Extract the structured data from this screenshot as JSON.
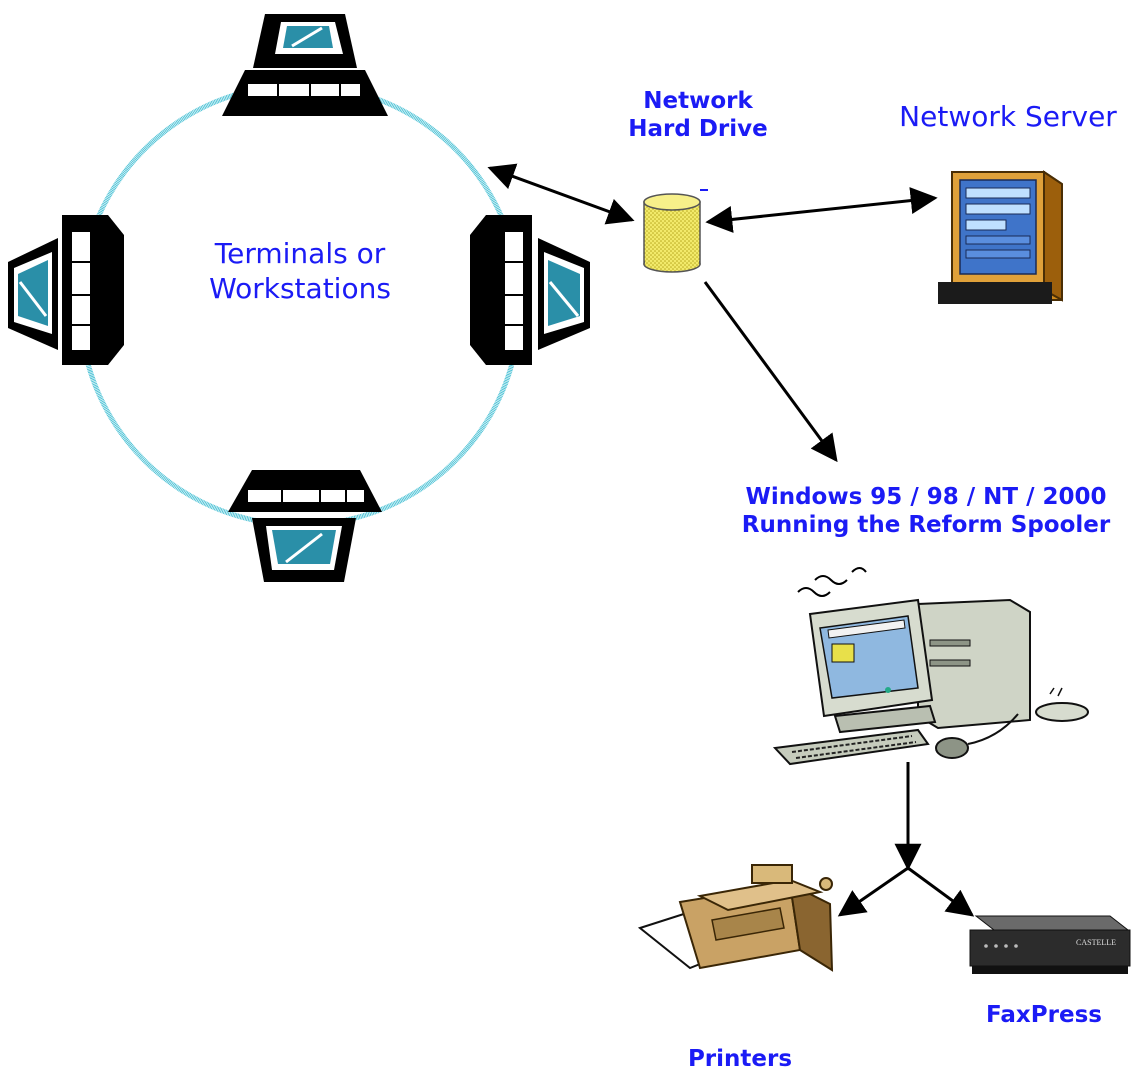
{
  "labels": {
    "network_hard_drive_line1": "Network",
    "network_hard_drive_line2": "Hard Drive",
    "network_server": "Network Server",
    "terminals_line1": "Terminals or",
    "terminals_line2": "Workstations",
    "spooler_line1": "Windows 95 / 98 / NT / 2000",
    "spooler_line2": "Running the Reform Spooler",
    "printers": "Printers",
    "faxpress": "FaxPress",
    "fax_brand": "CASTELLE"
  },
  "colors": {
    "label_blue": "#1b1bf5",
    "ring": "#4fc3d6",
    "arrow": "#000000",
    "drive_yellow": "#e8e04a",
    "server_orange": "#c9851a",
    "server_blue": "#3f74c9"
  }
}
